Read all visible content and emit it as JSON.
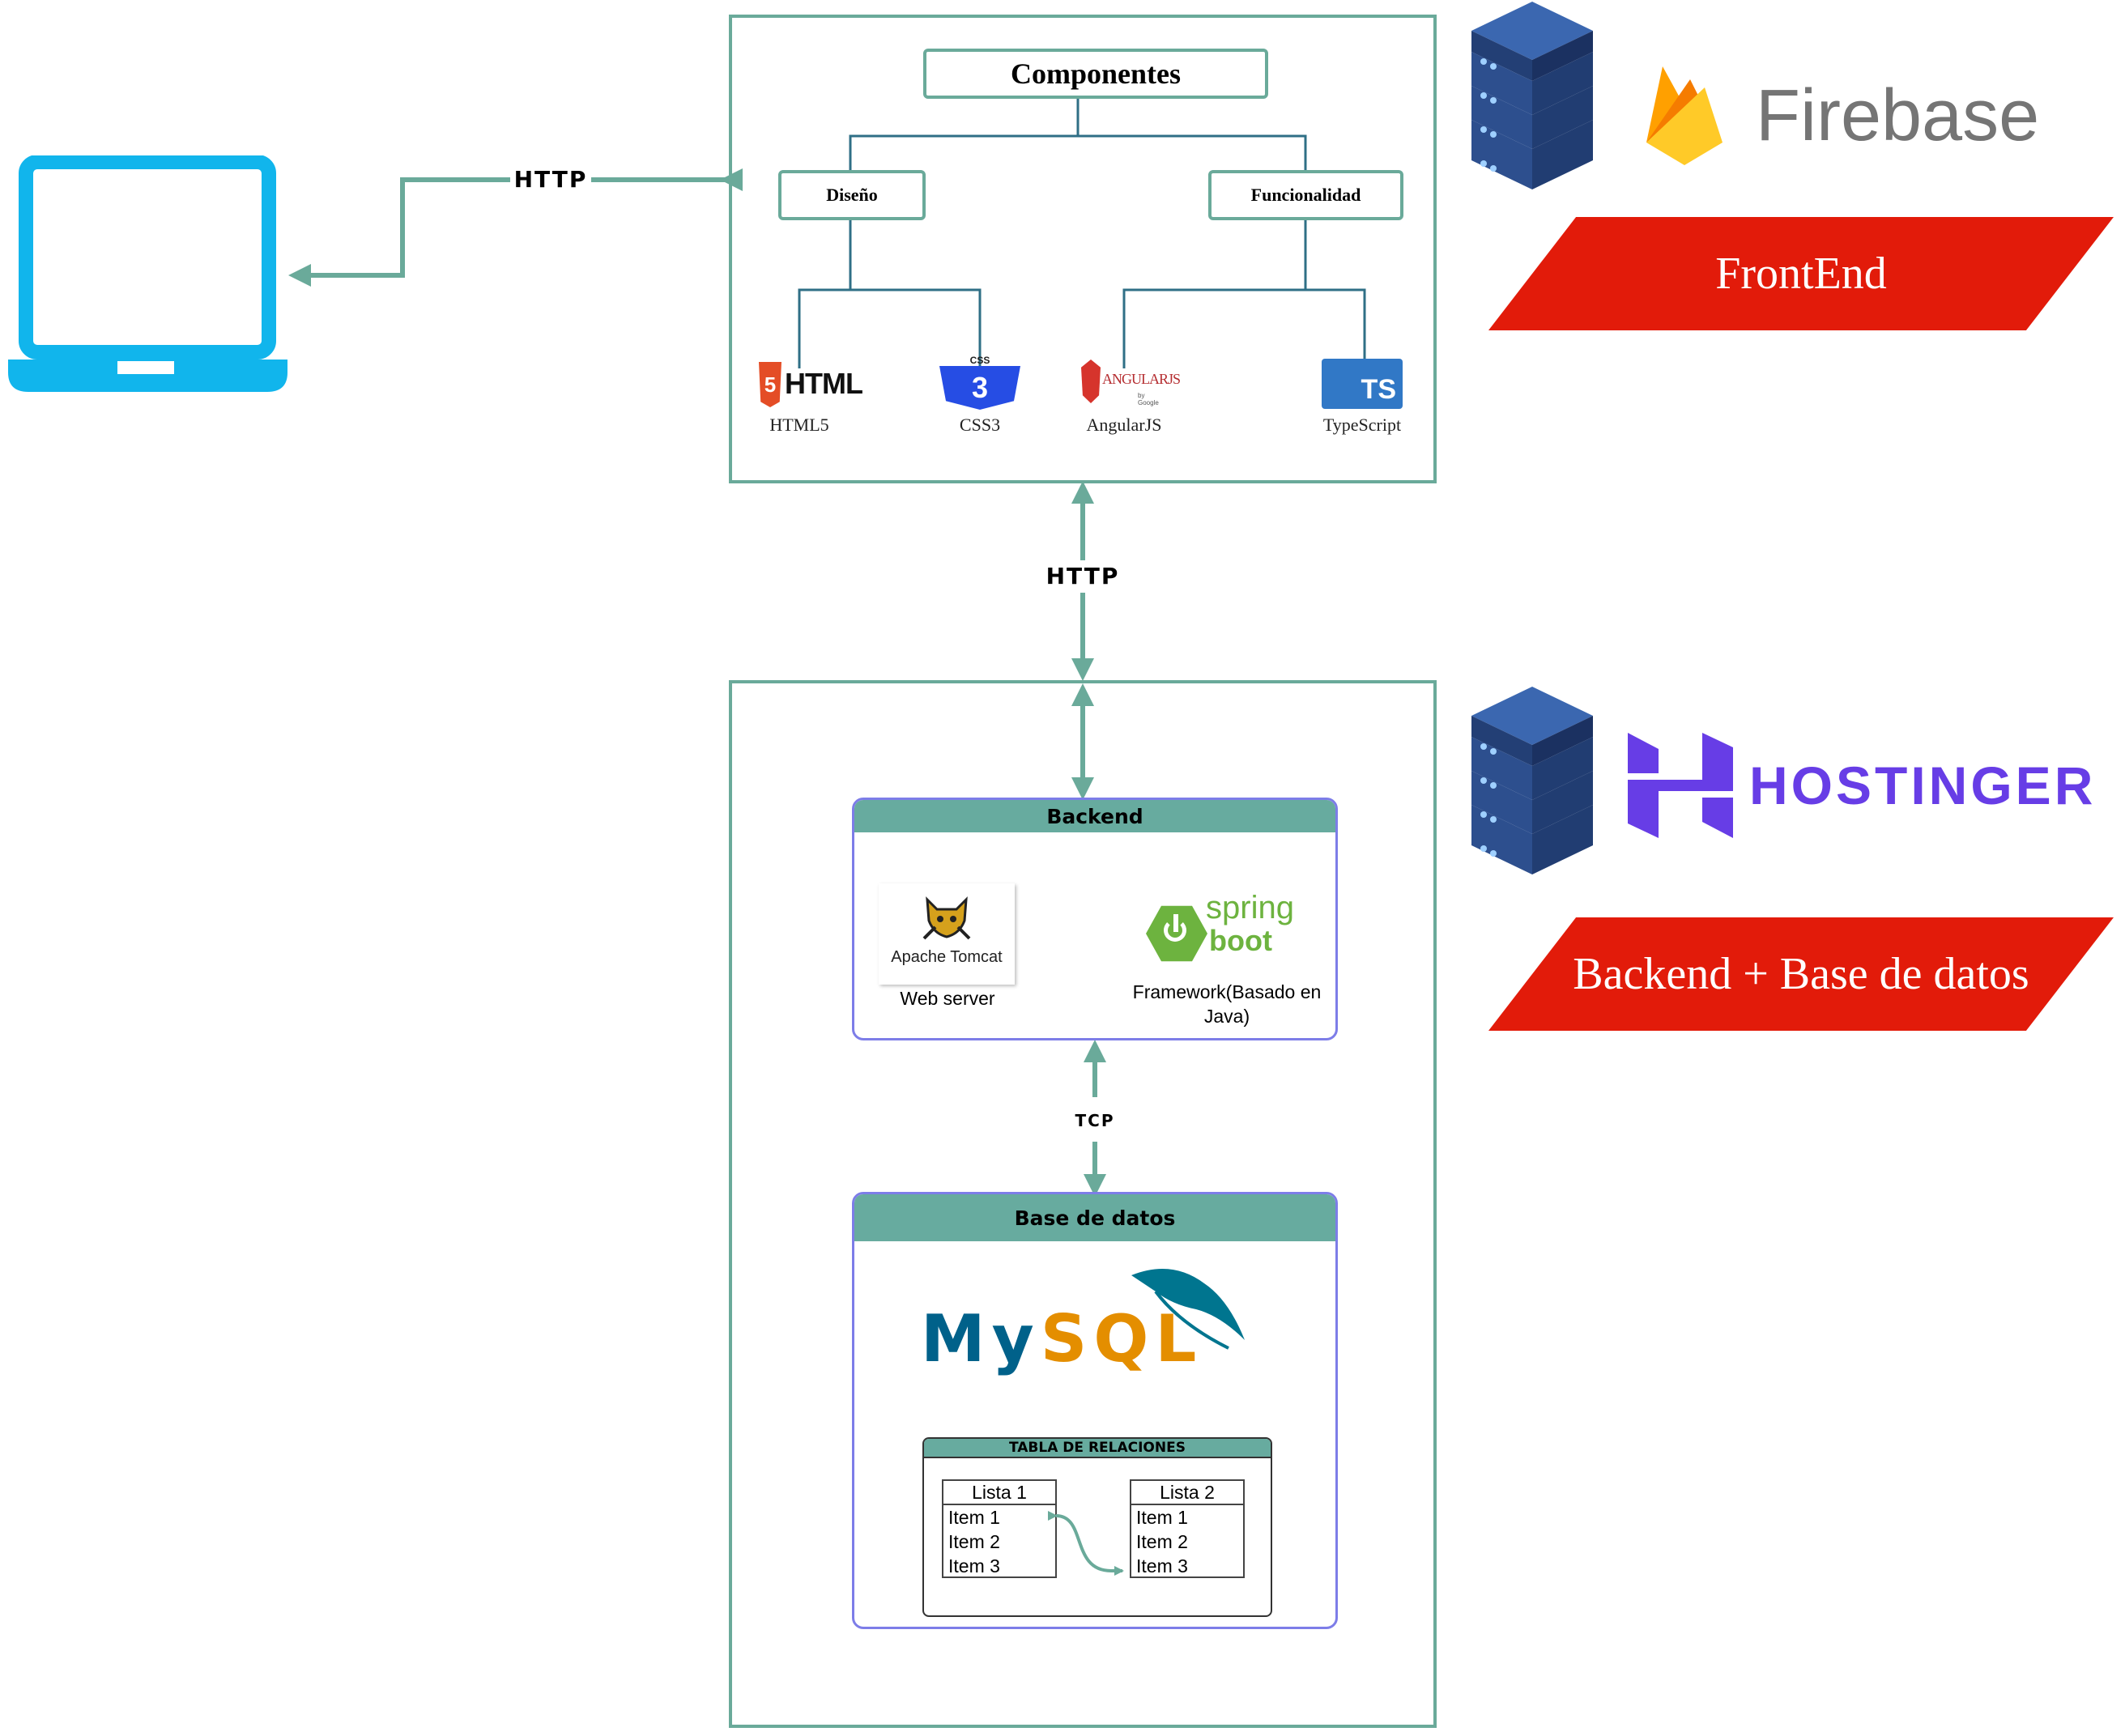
{
  "colors": {
    "connector": "#6aaa9a",
    "tree_line": "#2f6f86",
    "laptop": "#11b5ec",
    "panel_header": "#67ab9f",
    "panel_border": "#7d7de8",
    "ribbon_red": "#e21b0a",
    "server_blue": "#2d4f8e",
    "hostinger_purple": "#673de6",
    "firebase_orange": "#ffa611"
  },
  "connections": {
    "client_to_frontend": "HTTP",
    "frontend_to_backend": "HTTP",
    "backend_to_db": "TCP"
  },
  "frontend": {
    "root": "Componentes",
    "branches": [
      {
        "label": "Diseño",
        "children": [
          "HTML5",
          "CSS3"
        ]
      },
      {
        "label": "Funcionalidad",
        "children": [
          "AngularJS",
          "TypeScript"
        ]
      }
    ],
    "logo_texts": {
      "html": "HTML",
      "html_badge": "5",
      "css": "CSS",
      "css_badge": "3",
      "angular": "ANGULARJS",
      "angular_sub": "by Google",
      "ts": "TS"
    }
  },
  "hosting": {
    "frontend_provider": "Firebase",
    "frontend_ribbon": "FrontEnd",
    "backend_provider": "HOSTINGER",
    "backend_ribbon": "Backend + Base de datos"
  },
  "backend": {
    "title": "Backend",
    "tomcat_logo_text": "Apache Tomcat",
    "tomcat_caption": "Web server",
    "spring_logo_top": "spring",
    "spring_logo_bottom": "boot",
    "spring_caption": "Framework(Basado en Java)"
  },
  "database": {
    "title": "Base de datos",
    "mysql_logo": "MySQL",
    "table_title": "TABLA DE RELACIONES",
    "lists": [
      {
        "name": "Lista 1",
        "items": [
          "Item 1",
          "Item 2",
          "Item 3"
        ]
      },
      {
        "name": "Lista 2",
        "items": [
          "Item 1",
          "Item 2",
          "Item 3"
        ]
      }
    ]
  },
  "icons": [
    "laptop-icon",
    "server-stack-icon",
    "firebase-flame-icon",
    "hostinger-h-icon",
    "tomcat-cat-icon",
    "spring-power-icon",
    "mysql-dolphin-icon"
  ]
}
